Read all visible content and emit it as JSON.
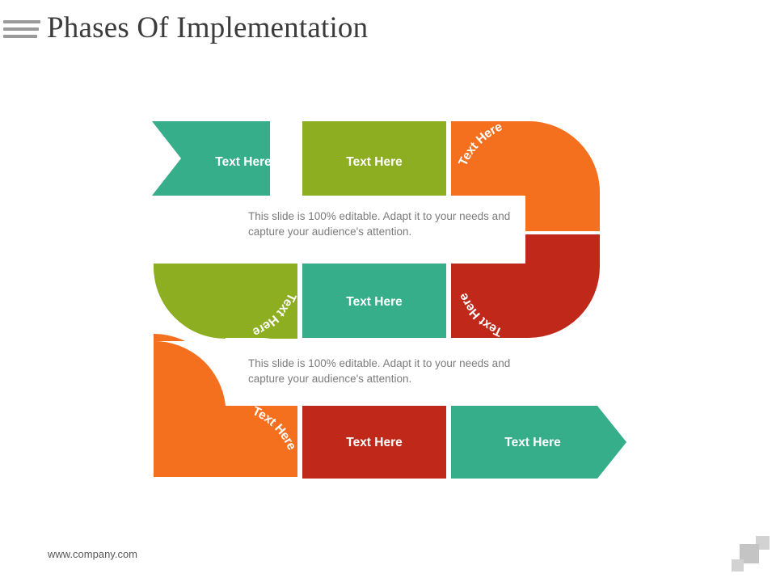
{
  "header": {
    "title": "Phases Of Implementation",
    "menu_icon": "hamburger-icon"
  },
  "footer": {
    "url": "www.company.com"
  },
  "colors": {
    "teal": "#35ae89",
    "green": "#8eae21",
    "orange": "#f4701f",
    "dark_red": "#c0281a",
    "background": "#ffffff",
    "caption_text": "#7b7b7b",
    "title_text": "#3b3b3b"
  },
  "diagram": {
    "type": "serpentine-process",
    "rows": [
      {
        "id": "row-1",
        "direction": "left-to-right",
        "segments": [
          {
            "id": "seg-1",
            "label": "Text Here",
            "shape": "chevron-notched",
            "color": "#35ae89"
          },
          {
            "id": "seg-2",
            "label": "Text Here",
            "shape": "rectangle",
            "color": "#8eae21"
          },
          {
            "id": "seg-3",
            "label": "Text Here",
            "shape": "arc-quarter",
            "color": "#f4701f"
          }
        ]
      },
      {
        "id": "row-2",
        "direction": "right-to-left",
        "segments": [
          {
            "id": "seg-4",
            "label": "Text Here",
            "shape": "arc-quarter",
            "color": "#c0281a"
          },
          {
            "id": "seg-5",
            "label": "Text Here",
            "shape": "rectangle",
            "color": "#35ae89"
          },
          {
            "id": "seg-6",
            "label": "Text Here",
            "shape": "arc-quarter",
            "color": "#8eae21"
          }
        ]
      },
      {
        "id": "row-3",
        "direction": "left-to-right",
        "segments": [
          {
            "id": "seg-7",
            "label": "Text Here",
            "shape": "arc-quarter",
            "color": "#f4701f"
          },
          {
            "id": "seg-8",
            "label": "Text Here",
            "shape": "rectangle",
            "color": "#c0281a"
          },
          {
            "id": "seg-9",
            "label": "Text Here",
            "shape": "arrow-right",
            "color": "#35ae89"
          }
        ]
      }
    ],
    "captions": [
      {
        "id": "caption-1",
        "text": "This slide is 100% editable. Adapt it to your needs and capture your audience's attention."
      },
      {
        "id": "caption-2",
        "text": "This slide is 100% editable. Adapt it to your needs and capture your audience's attention."
      }
    ]
  }
}
